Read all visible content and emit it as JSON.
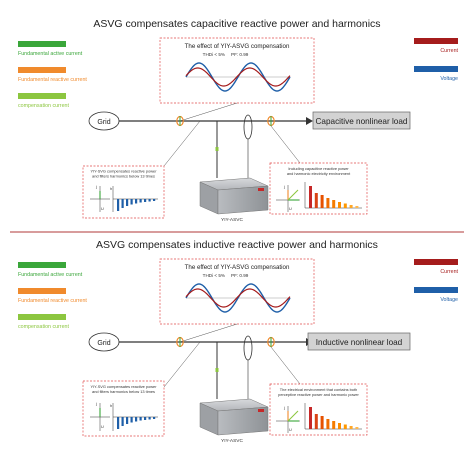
{
  "legend": {
    "fundamental_active": "Fundamental active current",
    "fundamental_reactive": "Fundamental reactive current",
    "compensation": "compensation current",
    "current": "Current",
    "voltage": "Voltage"
  },
  "colors": {
    "active": "#3aa63a",
    "reactive": "#f08a2c",
    "compensation": "#8cc63f",
    "current": "#a51c1c",
    "voltage": "#1f5fa8",
    "dashed_box": "#e04b4b",
    "divider": "#b23a3a"
  },
  "panels": [
    {
      "title": "ASVG compensates capacitive reactive power and harmonics",
      "effect_title": "The effect of YIY-ASVG compensation",
      "thdi": "THDi < 5%",
      "pf": "PF: 0.99",
      "grid": "Grid",
      "load": "Capacitive nonlinear load",
      "device_label": "YIY-ASVC",
      "left_text": [
        "YIY-SVG compensates reactive power",
        "and filters harmonics below 13 times"
      ],
      "right_text": [
        "Including capacitive reactive power",
        "and harmonic electricity environment"
      ],
      "axis_j": "j",
      "axis_u": "U",
      "axis_h": "h"
    },
    {
      "title": "ASVG compensates inductive reactive power and harmonics",
      "effect_title": "The effect of YIY-ASVG compensation",
      "thdi": "THDi < 5%",
      "pf": "PF: 0.99",
      "grid": "Grid",
      "load": "Inductive nonlinear load",
      "device_label": "YIY-ASVC",
      "left_text": [
        "YIY-SVG compensates reactive power",
        "and filters harmonics below 13 times"
      ],
      "right_text": [
        "The electrical environment that contains both",
        "perceptive reactive power and harmonic power"
      ],
      "axis_j": "j",
      "axis_u": "U",
      "axis_h": "h"
    }
  ]
}
